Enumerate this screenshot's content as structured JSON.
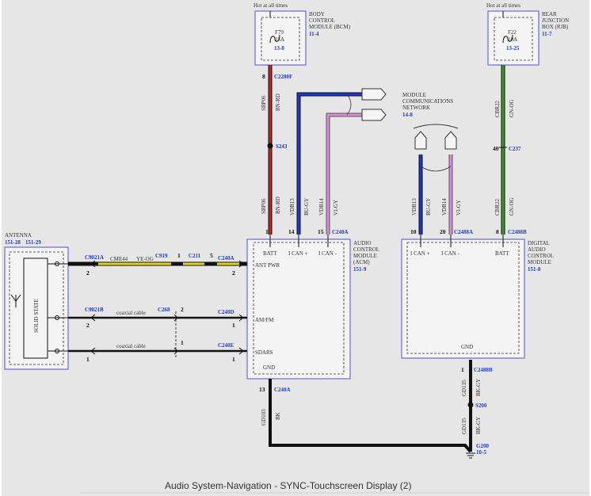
{
  "caption": "Audio System-Navigation - SYNC-Touchscreen Display (2)",
  "colors": {
    "background": "#e6e6e6",
    "module_fill": "#f4f4f4",
    "module_border": "#6b6bd6",
    "ref_blue": "#1e3cd0",
    "wire_red": "#b52a2a",
    "wire_blue": "#1d35c9",
    "wire_violet": "#d98ad9",
    "wire_green": "#3a9a2a",
    "wire_yellow": "#e6d21a",
    "wire_black": "#111111"
  },
  "fuse_bcm": {
    "hot": "Hot at all times",
    "fuse": "F79",
    "amps": "15A",
    "loc": "13-8"
  },
  "bcm": {
    "line1": "BODY",
    "line2": "CONTROL",
    "line3": "MODULE (BCM)",
    "ref": "11-4"
  },
  "fuse_rjb": {
    "hot": "Hot at all times",
    "fuse": "F22",
    "amps": "10A",
    "loc": "13-25"
  },
  "rjb": {
    "line1": "REAR",
    "line2": "JUNCTION",
    "line3": "BOX (RJB)",
    "ref": "11-7"
  },
  "mcn": {
    "line1": "MODULE",
    "line2": "COMMUNICATIONS",
    "line3": "NETWORK",
    "ref": "14-8"
  },
  "antenna": {
    "title": "ANTENNA",
    "ref1": "151-28",
    "ref2": "151-29",
    "inner": "SOLID STATE"
  },
  "acm": {
    "line1": "AUDIO",
    "line2": "CONTROL",
    "line3": "MODULE",
    "line4": "(ACM)",
    "ref": "151-9",
    "batt": "BATT",
    "ican_p": "I CAN +",
    "ican_m": "I CAN -",
    "ant_pwr": "ANT PWR",
    "amfm": "AM/FM",
    "sdars": "SDARS",
    "gnd": "GND"
  },
  "dacm": {
    "line1": "DIGITAL",
    "line2": "AUDIO",
    "line3": "CONTROL",
    "line4": "MODULE",
    "ref": "151-8",
    "ican_p": "I CAN +",
    "ican_m": "I CAN -",
    "batt": "BATT",
    "gnd": "GND"
  },
  "labels": {
    "c2280f": "C2280F",
    "p8": "8",
    "sbp06_a": "SBP06",
    "bnrd_a": "BN-RD",
    "s243": "S243",
    "sbp06_b": "SBP06",
    "bnrd_b": "BN-RD",
    "vdb13": "VDB13",
    "bugy": "BU-GY",
    "vdb14": "VDB14",
    "vigy": "VI-GY",
    "p1_acm": "1",
    "p14_acm": "14",
    "p15_acm": "15",
    "c240a_top": "C240A",
    "vdb13_b": "VDB13",
    "bugy_b": "BU-GY",
    "vdb14_b": "VDB14",
    "vigy_b": "VI-GY",
    "p10": "10",
    "p20": "20",
    "c2488a": "C2488A",
    "cbr22_a": "CBR22",
    "gnog_a": "GN-OG",
    "p40": "40",
    "c237": "C237",
    "cbr22_b": "CBR22",
    "gnog_b": "GN-OG",
    "p8_d": "8",
    "c2488b_top": "C2488B",
    "c9021a": "C9021A",
    "p2_a": "2",
    "cme44": "CME44",
    "yeog": "YE-OG",
    "c919": "C919",
    "p1_c919": "1",
    "c211": "C211",
    "p5_c211": "5",
    "c240a_l": "C240A",
    "p2_acm": "2",
    "c9021b": "C9021B",
    "p2_b": "2",
    "coax1": "coaxial cable",
    "c268": "C268",
    "p2_c268": "2",
    "c240d": "C240D",
    "p1_d": "1",
    "p1_e": "1",
    "coax2": "coaxial cable",
    "p1_c268": "1",
    "c240e": "C240E",
    "p1_e2": "1",
    "p13": "13",
    "c240a_bot": "C240A",
    "gd103": "GD103",
    "bk_a": "BK",
    "p1_dacm": "1",
    "c2488b_bot": "C2488B",
    "gd135_a": "GD135",
    "bkgy_a": "BK-GY",
    "s200": "S200",
    "gd135_b": "GD135",
    "bkgy_b": "BK-GY",
    "g200": "G200",
    "g200_ref": "10-5"
  }
}
